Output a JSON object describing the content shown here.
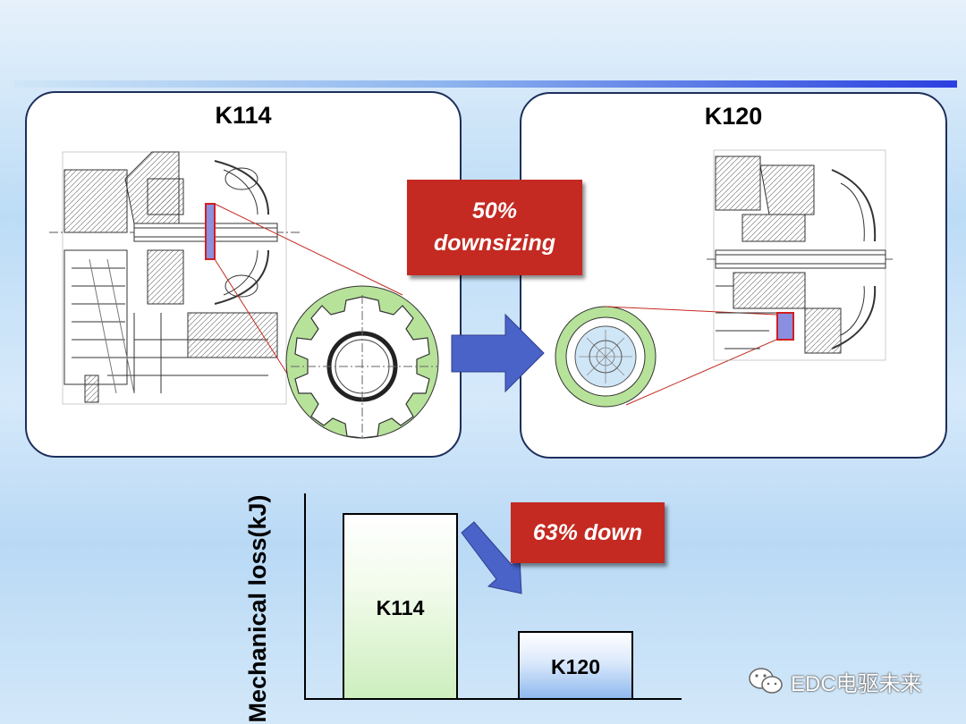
{
  "panels": {
    "left_title": "K114",
    "right_title": "K120"
  },
  "callouts": {
    "downsizing_line1": "50%",
    "downsizing_line2": "downsizing",
    "loss_reduction": "63% down"
  },
  "chart_data": {
    "type": "bar",
    "categories": [
      "K114",
      "K120"
    ],
    "values": [
      100,
      37
    ],
    "ylabel": "Mechanical loss(kJ)",
    "xlabel": "",
    "annotation": "63% down",
    "colors": [
      "#cdefbe",
      "#8fb9ee"
    ]
  },
  "watermark": {
    "text": "EDC电驱未来",
    "icon": "wechat-icon"
  },
  "colors": {
    "callout_red": "#c42a22",
    "arrow_blue": "#4a63c8",
    "gear_green": "#b7e29a",
    "panel_border": "#1e2f5c"
  }
}
